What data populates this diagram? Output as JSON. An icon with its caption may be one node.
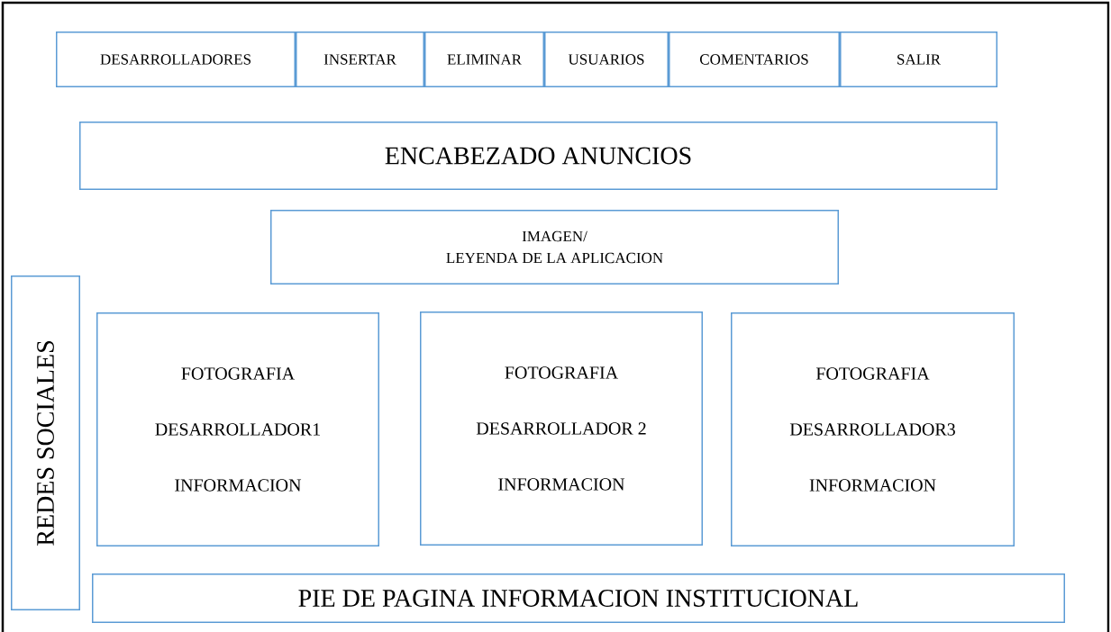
{
  "diagram": {
    "nodes": [
      {
        "text": [
          "DESARROLLADORES"
        ]
      },
      {
        "text": [
          "INSERTAR"
        ]
      },
      {
        "text": [
          "ELIMINAR"
        ]
      },
      {
        "text": [
          "USUARIOS"
        ]
      },
      {
        "text": [
          "COMENTARIOS"
        ]
      },
      {
        "text": [
          "SALIR"
        ]
      },
      {
        "text": [
          "ENCABEZADO ANUNCIOS"
        ]
      },
      {
        "text": [
          "IMAGEN/",
          "LEYENDA DE LA APLICACION"
        ]
      },
      {
        "text": [
          "REDES SOCIALES"
        ]
      },
      {
        "text": [
          "FOTOGRAFIA",
          "DESARROLLADOR1",
          "INFORMACION"
        ]
      },
      {
        "text": [
          "FOTOGRAFIA",
          "DESARROLLADOR 2",
          "INFORMACION"
        ]
      },
      {
        "text": [
          "FOTOGRAFIA",
          "DESARROLLADOR3",
          "INFORMACION"
        ]
      },
      {
        "text": [
          "PIE DE PAGINA INFORMACION INSTITUCIONAL"
        ]
      }
    ]
  }
}
